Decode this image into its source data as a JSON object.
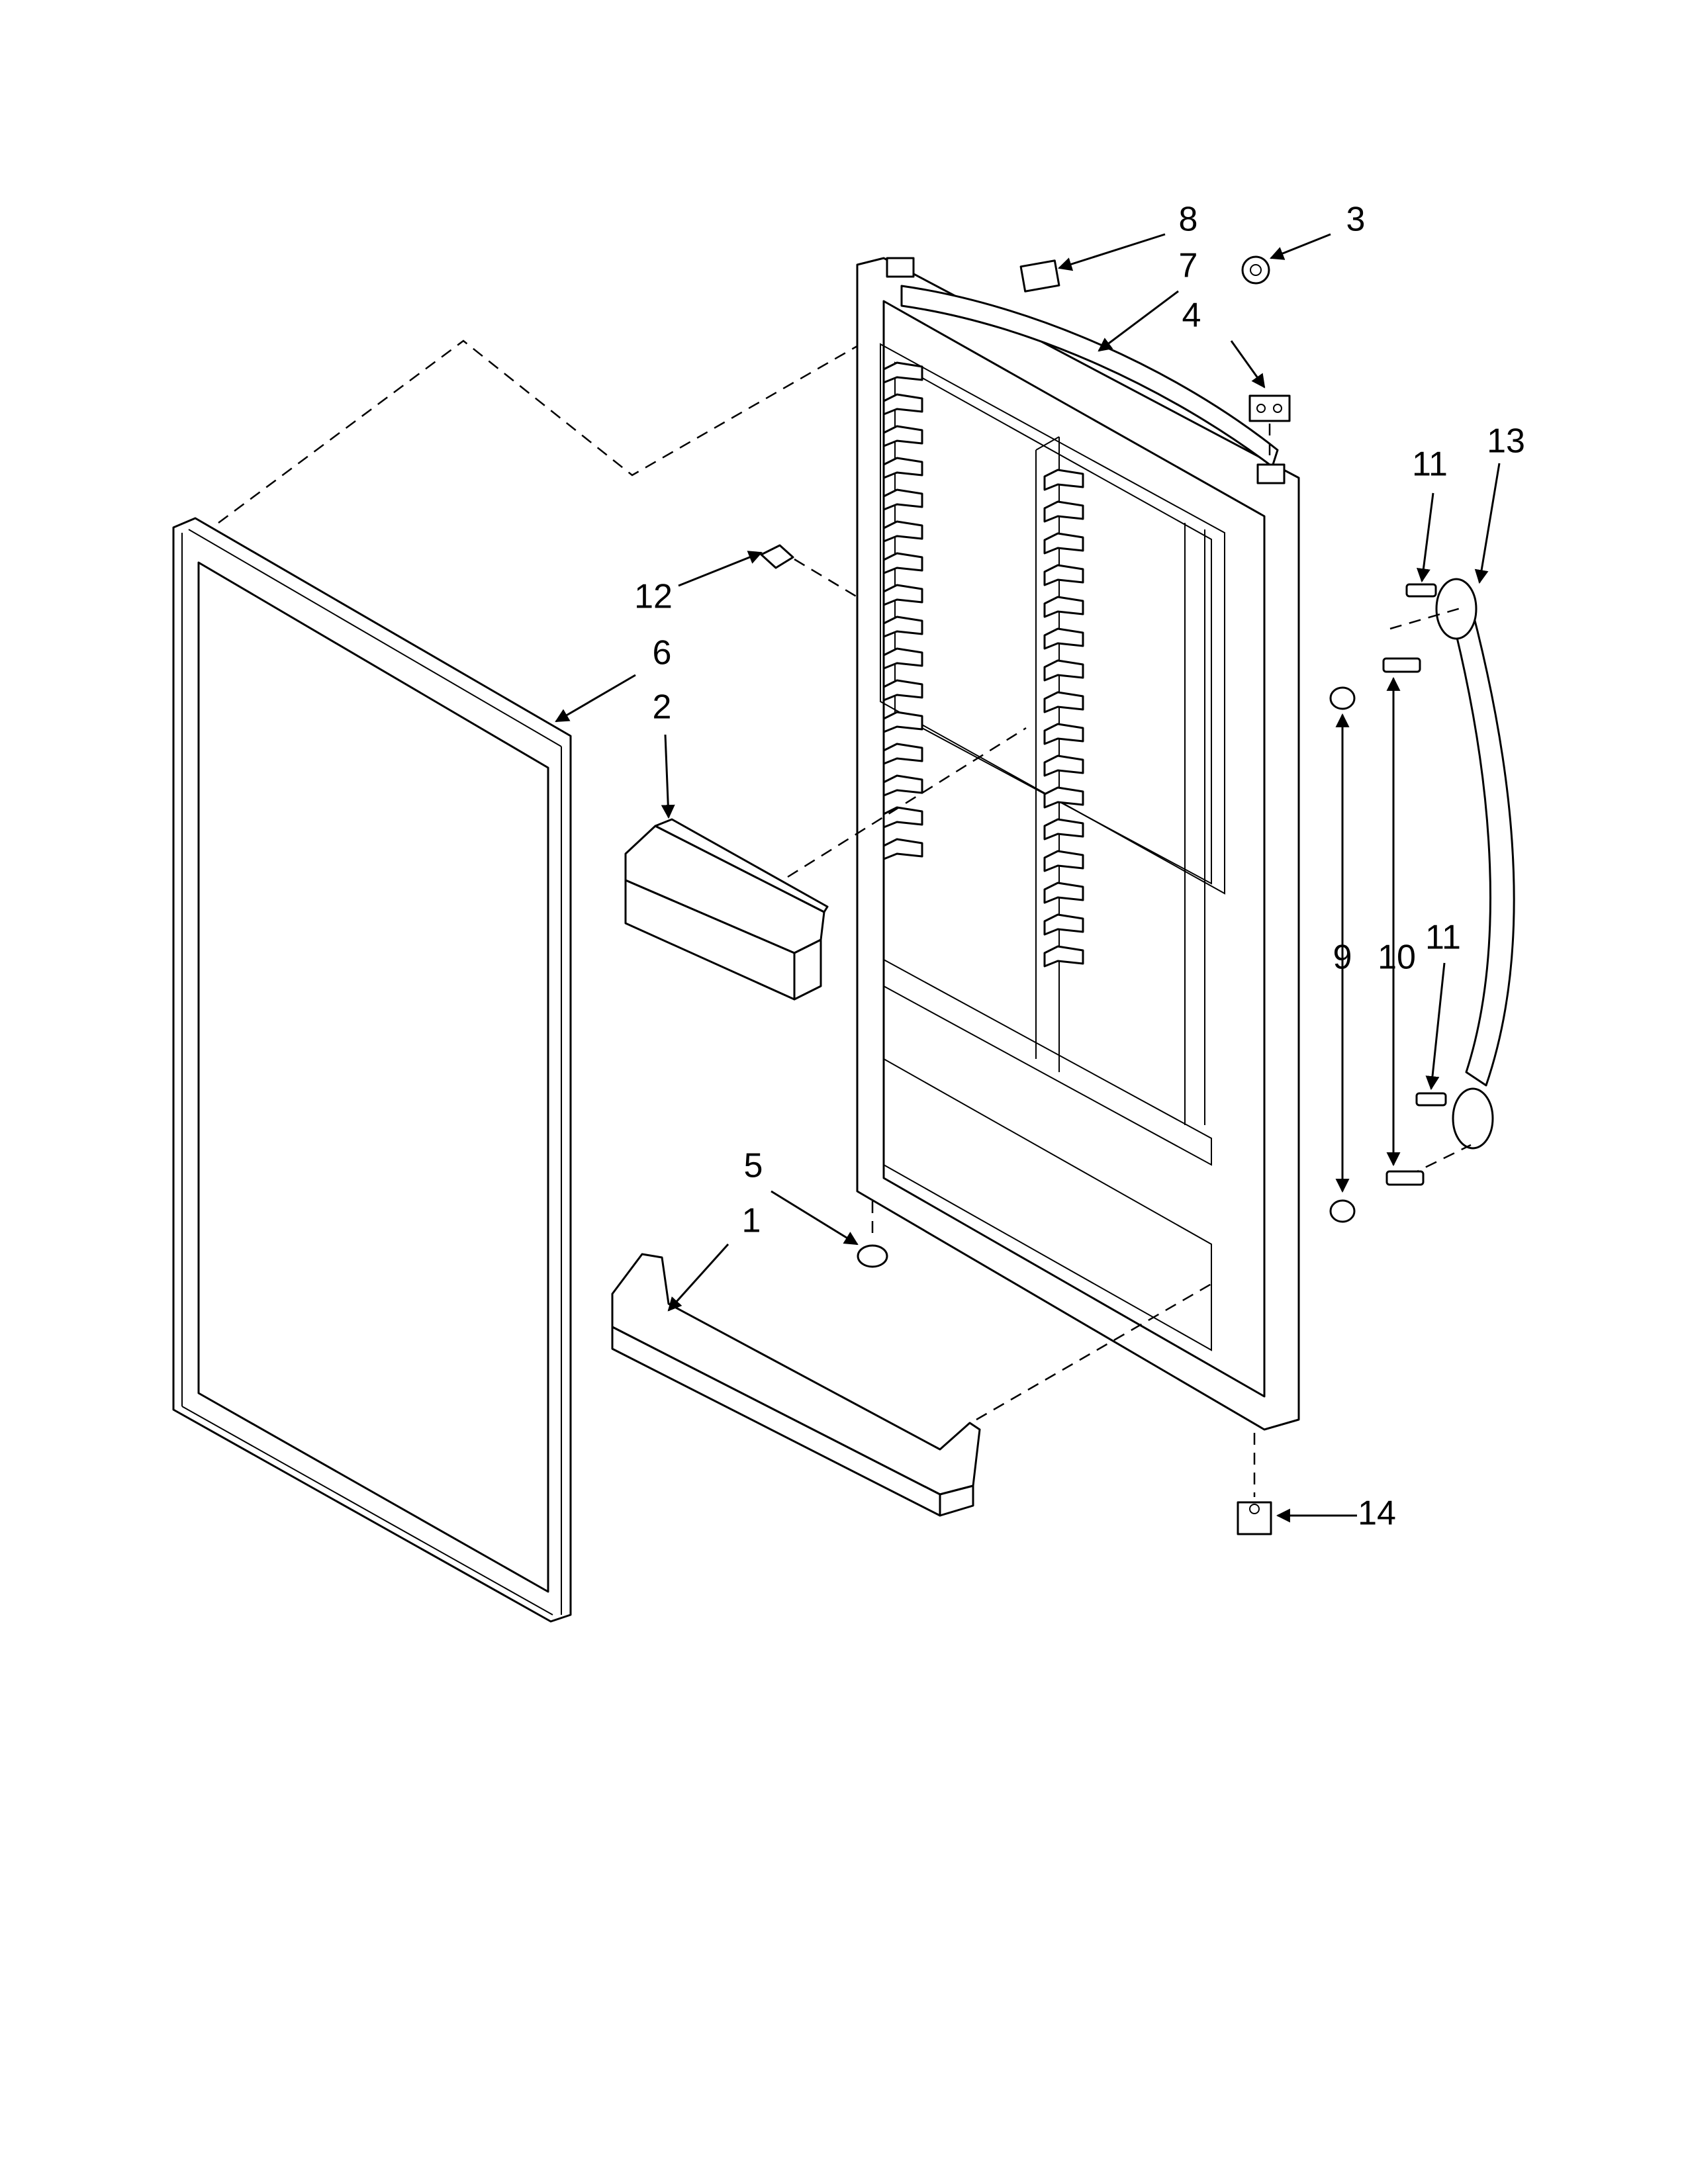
{
  "callouts": [
    {
      "id": "1",
      "label": "1"
    },
    {
      "id": "2",
      "label": "2"
    },
    {
      "id": "3",
      "label": "3"
    },
    {
      "id": "4",
      "label": "4"
    },
    {
      "id": "5",
      "label": "5"
    },
    {
      "id": "6",
      "label": "6"
    },
    {
      "id": "7",
      "label": "7"
    },
    {
      "id": "8",
      "label": "8"
    },
    {
      "id": "9",
      "label": "9"
    },
    {
      "id": "10",
      "label": "10"
    },
    {
      "id": "11a",
      "label": "11"
    },
    {
      "id": "11b",
      "label": "11"
    },
    {
      "id": "12",
      "label": "12"
    },
    {
      "id": "13",
      "label": "13"
    },
    {
      "id": "14",
      "label": "14"
    }
  ],
  "colors": {
    "line": "#000000",
    "background": "#ffffff"
  }
}
